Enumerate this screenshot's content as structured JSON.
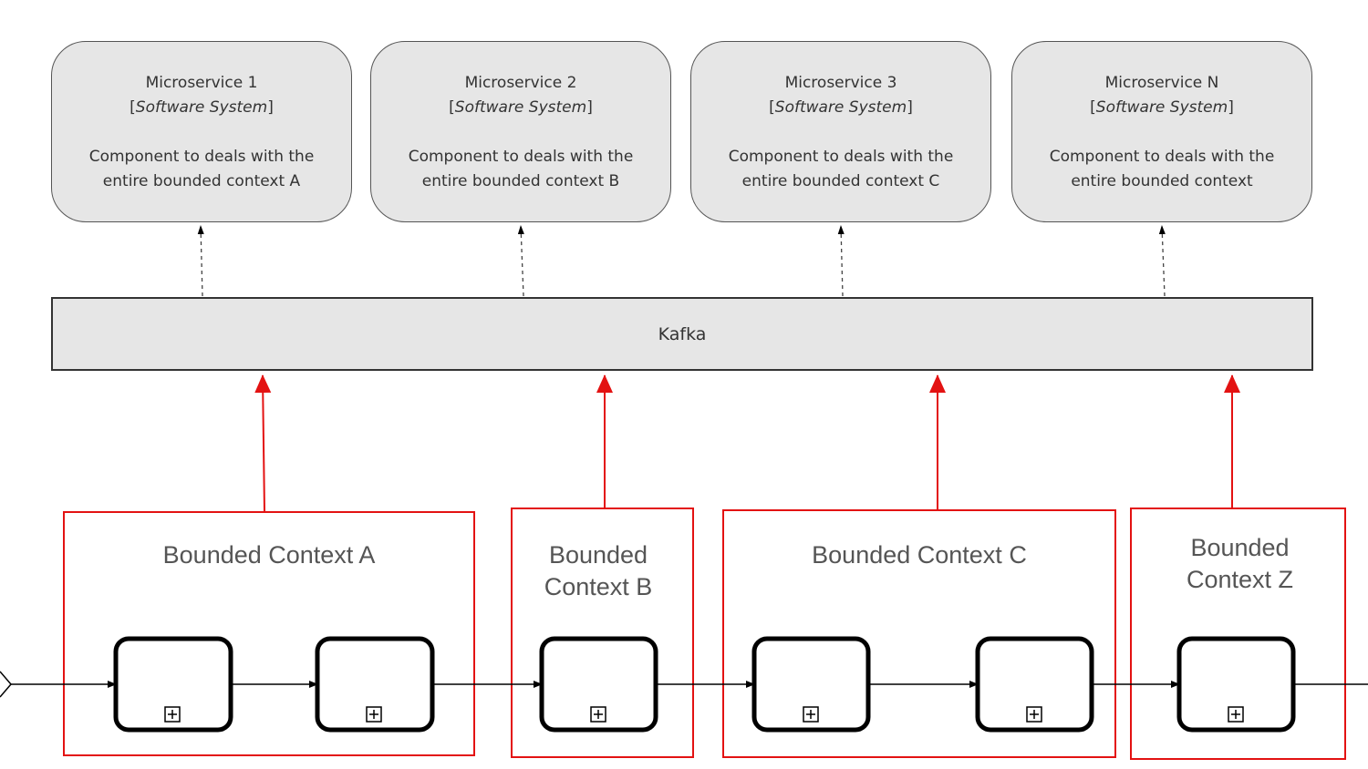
{
  "microservices": [
    {
      "title": "Microservice 1",
      "type": "Software System",
      "description": "Component to deals with the entire bounded context A"
    },
    {
      "title": "Microservice 2",
      "type": "Software System",
      "description": "Component to deals with the entire bounded context B"
    },
    {
      "title": "Microservice 3",
      "type": "Software System",
      "description": "Component to deals with the entire bounded context C"
    },
    {
      "title": "Microservice N",
      "type": "Software System",
      "description": "Component to deals with the entire bounded context"
    }
  ],
  "kafka": {
    "label": "Kafka"
  },
  "bounded_contexts": [
    {
      "label": "Bounded Context A"
    },
    {
      "label": "Bounded Context B"
    },
    {
      "label": "Bounded Context C"
    },
    {
      "label": "Bounded Context Z"
    }
  ],
  "colors": {
    "highlight": "#e31212",
    "node_fill": "#e6e6e6",
    "stroke": "#000000"
  }
}
